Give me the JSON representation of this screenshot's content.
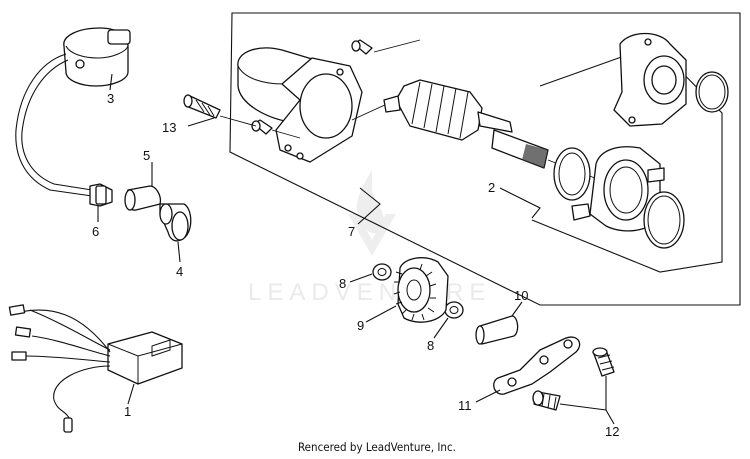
{
  "diagram": {
    "watermark": "LEADVENTURE",
    "credit": "Rencered by LeadVenture, Inc."
  },
  "callouts": {
    "c1": "1",
    "c2": "2",
    "c3": "3",
    "c4": "4",
    "c5": "5",
    "c6": "6",
    "c7": "7",
    "c8a": "8",
    "c8b": "8",
    "c9": "9",
    "c10": "10",
    "c11": "11",
    "c12": "12",
    "c13": "13"
  }
}
